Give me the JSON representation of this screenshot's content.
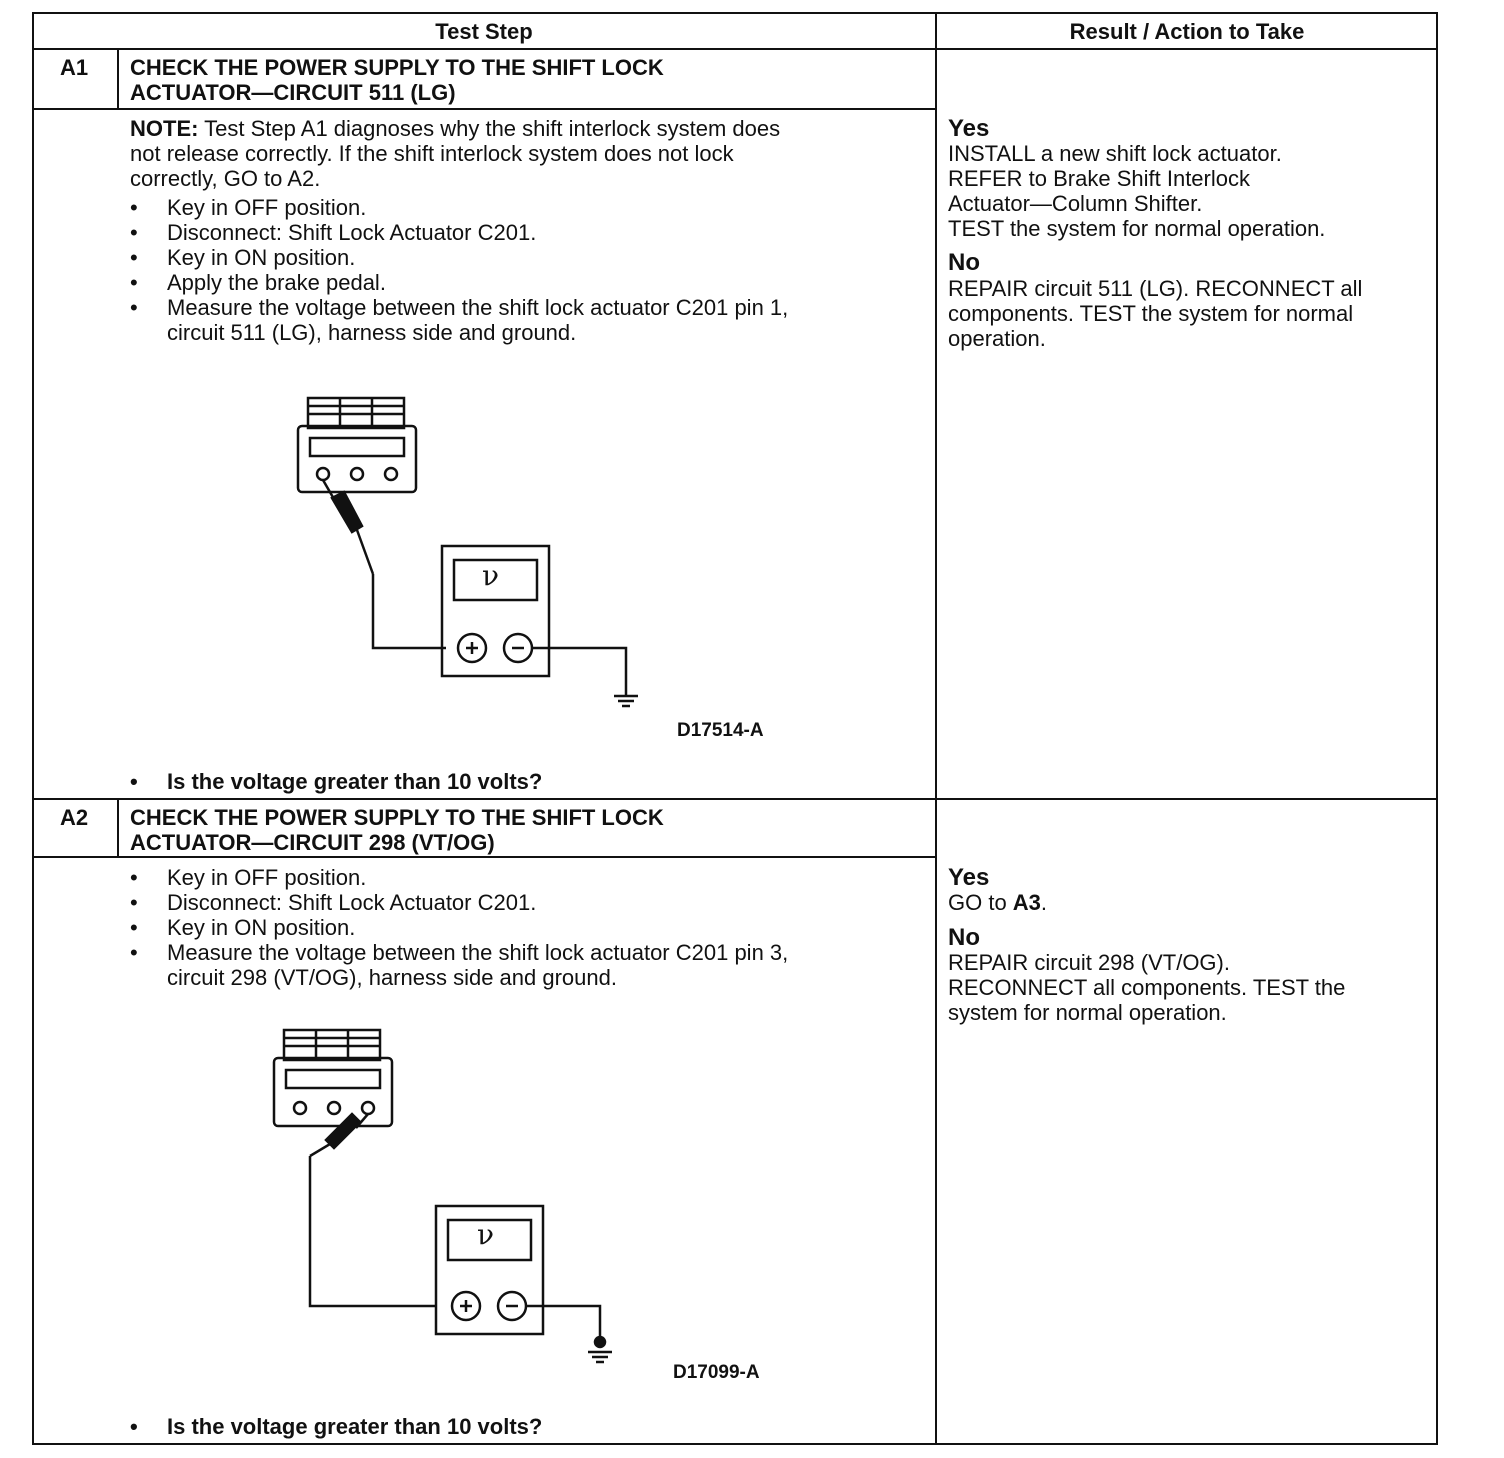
{
  "header": {
    "col1": "Test Step",
    "col2": "Result / Action to Take"
  },
  "steps": [
    {
      "id": "A1",
      "title_line1": "CHECK THE POWER SUPPLY TO THE SHIFT LOCK",
      "title_line2": "ACTUATOR—CIRCUIT 511 (LG)",
      "note_label": "NOTE:",
      "note_line1": " Test Step A1 diagnoses why the shift interlock system does",
      "note_line2": "not release correctly. If the shift interlock system does not lock",
      "note_line3": "correctly, GO to A2.",
      "bullets": [
        "Key in OFF position.",
        "Disconnect: Shift Lock Actuator C201.",
        "Key in ON position.",
        "Apply the brake pedal.",
        "Measure the voltage between the shift lock actuator C201 pin 1,",
        "circuit 511 (LG), harness side and ground."
      ],
      "figure_id": "D17514-A",
      "meter_symbol": "ν",
      "question": "Is the voltage greater than 10 volts?",
      "yes_label": "Yes",
      "yes_lines": [
        "INSTALL a new shift lock actuator.",
        "REFER to Brake Shift Interlock",
        "Actuator—Column Shifter.",
        "TEST the system for normal operation."
      ],
      "no_label": "No",
      "no_lines": [
        "REPAIR circuit 511 (LG). RECONNECT all",
        "components. TEST the system for normal",
        "operation."
      ]
    },
    {
      "id": "A2",
      "title_line1": "CHECK THE POWER SUPPLY TO THE SHIFT LOCK",
      "title_line2": "ACTUATOR—CIRCUIT 298 (VT/OG)",
      "bullets": [
        "Key in OFF position.",
        "Disconnect: Shift Lock Actuator C201.",
        "Key in ON position.",
        "Measure the voltage between the shift lock actuator C201 pin 3,",
        "circuit 298 (VT/OG), harness side and ground."
      ],
      "figure_id": "D17099-A",
      "meter_symbol": "ν",
      "question": "Is the voltage greater than 10 volts?",
      "yes_label": "Yes",
      "yes_prefix": "GO to ",
      "yes_target": "A3",
      "yes_suffix": ".",
      "no_label": "No",
      "no_lines": [
        "REPAIR circuit 298 (VT/OG).",
        "RECONNECT all components. TEST the",
        "system for normal operation."
      ]
    }
  ],
  "bullet_glyph": "•"
}
